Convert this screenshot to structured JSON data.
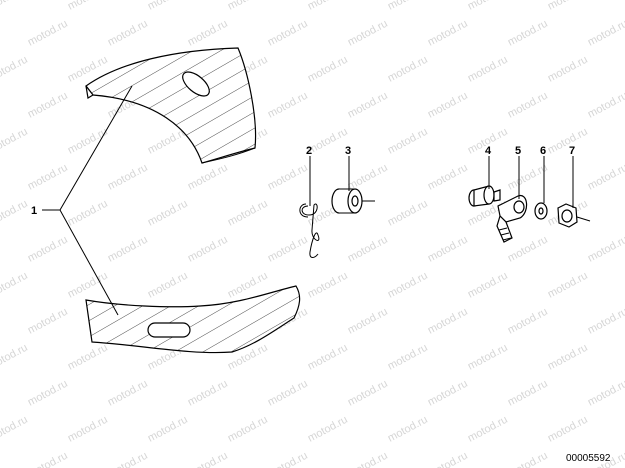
{
  "diagram": {
    "callouts": [
      "1",
      "2",
      "3",
      "4",
      "5",
      "6",
      "7"
    ],
    "part_number": "00005592",
    "watermark": "motod.ru"
  }
}
